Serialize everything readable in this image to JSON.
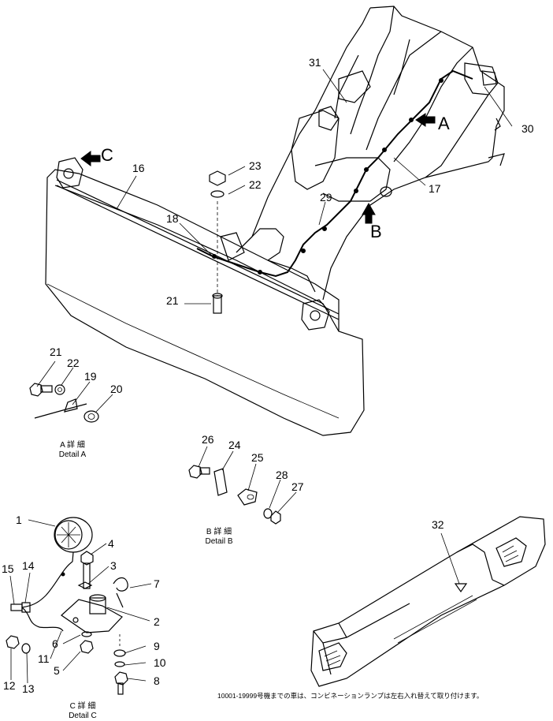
{
  "callouts": {
    "c1": "1",
    "c2": "2",
    "c3": "3",
    "c4": "4",
    "c5": "5",
    "c6": "6",
    "c7": "7",
    "c8": "8",
    "c9": "9",
    "c10": "10",
    "c11": "11",
    "c12": "12",
    "c13": "13",
    "c14": "14",
    "c15": "15",
    "c16": "16",
    "c17": "17",
    "c18": "18",
    "c19": "19",
    "c20": "20",
    "c21a": "21",
    "c21b": "21",
    "c22a": "22",
    "c22b": "22",
    "c23": "23",
    "c24": "24",
    "c25": "25",
    "c26": "26",
    "c27": "27",
    "c28": "28",
    "c29": "29",
    "c30": "30",
    "c31": "31",
    "c32": "32"
  },
  "view_arrows": {
    "a": "A",
    "b": "B",
    "c": "C"
  },
  "captions": {
    "detail_a_jp": "A 詳 細",
    "detail_a_en": "Detail A",
    "detail_b_jp": "B 詳 細",
    "detail_b_en": "Detail B",
    "detail_c_jp": "C 詳 細",
    "detail_c_en": "Detail C"
  },
  "note": "10001-19999号機までの車は、コンビネーションランプは左右入れ替えて取り付けます。"
}
